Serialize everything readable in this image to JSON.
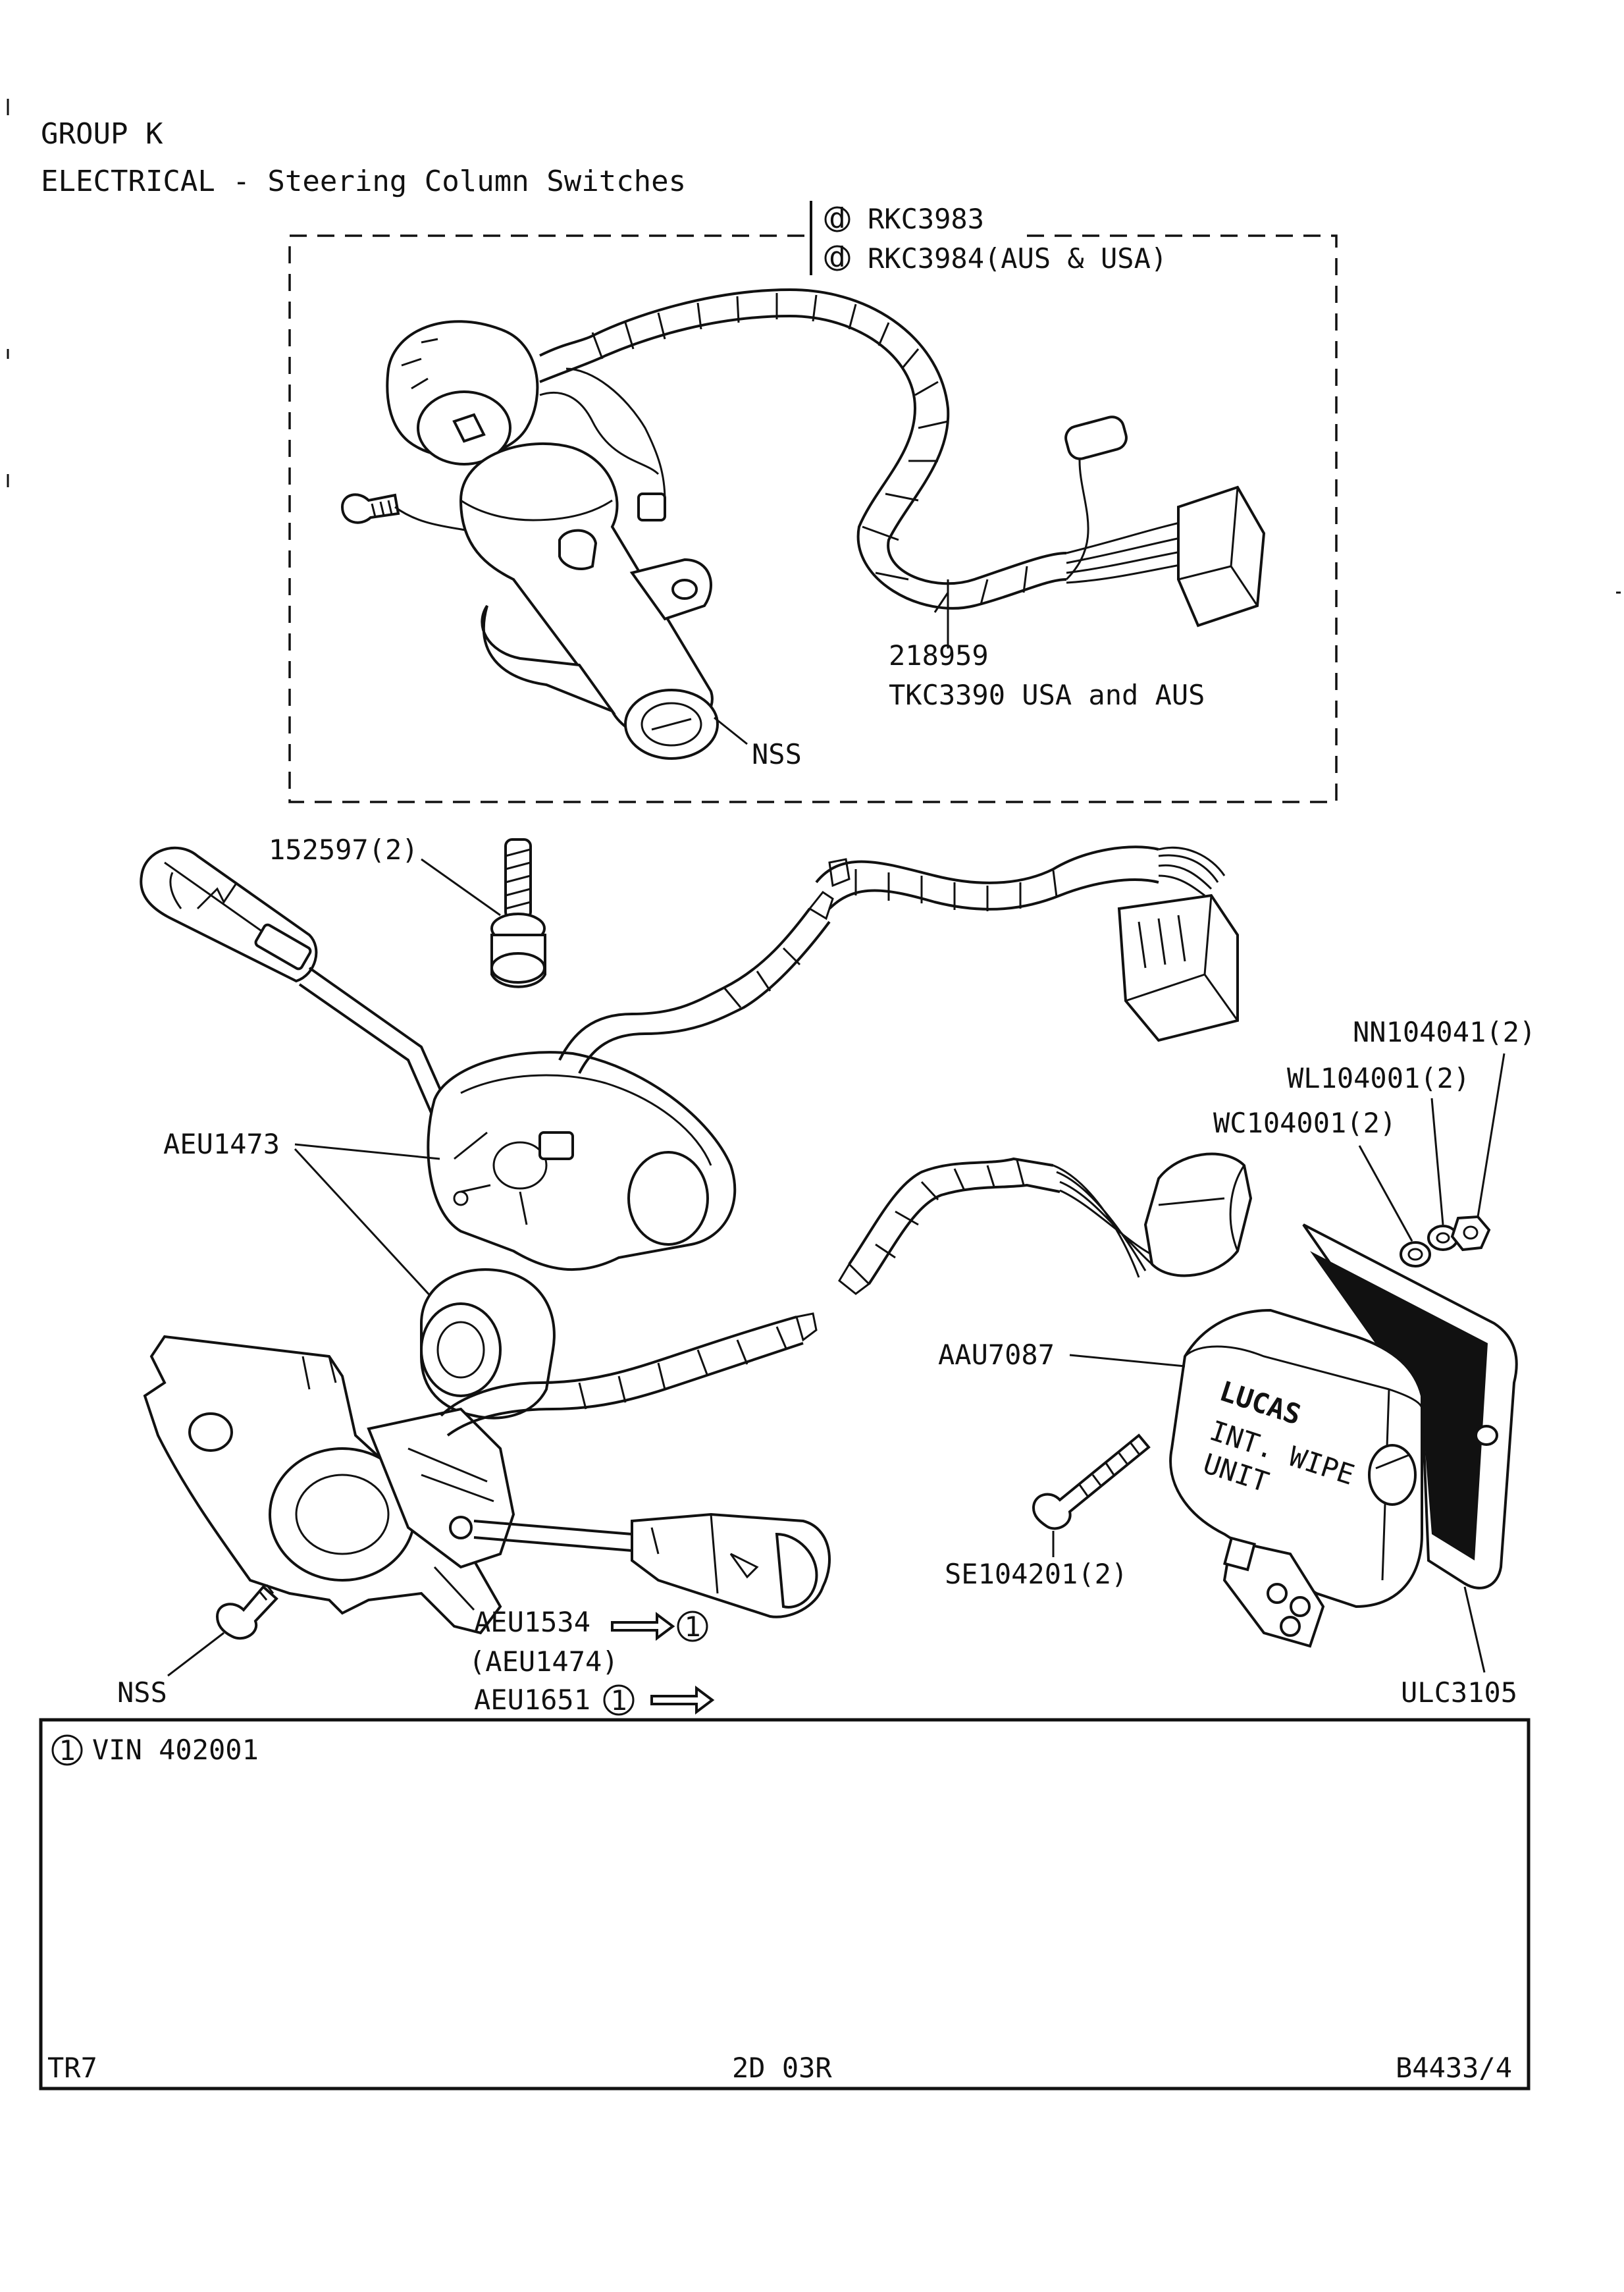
{
  "header": {
    "group": "GROUP K",
    "title": "ELECTRICAL - Steering Column Switches"
  },
  "callouts": {
    "kit_std": "RKC3983",
    "kit_aus_usa": "RKC3984(AUS & USA)",
    "kit_symbol": "d",
    "lock_ref": "218959",
    "lock_ref_usa": "TKC3390 USA and AUS",
    "nss_lock": "NSS",
    "bolt": "152597(2)",
    "switch": "AEU1473",
    "nut": "NN104041(2)",
    "spring_washer": "WL104001(2)",
    "plain_washer": "WC104001(2)",
    "wipe_unit": "AAU7087",
    "screw": "SE104201(2)",
    "wiper_switch": "AEU1534",
    "wiper_switch_alt": "(AEU1474)",
    "wiper_switch_new": "AEU1651",
    "nss_screw": "NSS",
    "relay_plate": "ULC3105",
    "circle_marker": "1",
    "lucas_brand": "LUCAS",
    "lucas_line1": "INT. WIPE",
    "lucas_line2": "UNIT"
  },
  "notes": {
    "vin_marker": "1",
    "vin_text": "VIN 402001"
  },
  "footer": {
    "model": "TR7",
    "page_code": "2D 03R",
    "ref": "B4433/4"
  }
}
